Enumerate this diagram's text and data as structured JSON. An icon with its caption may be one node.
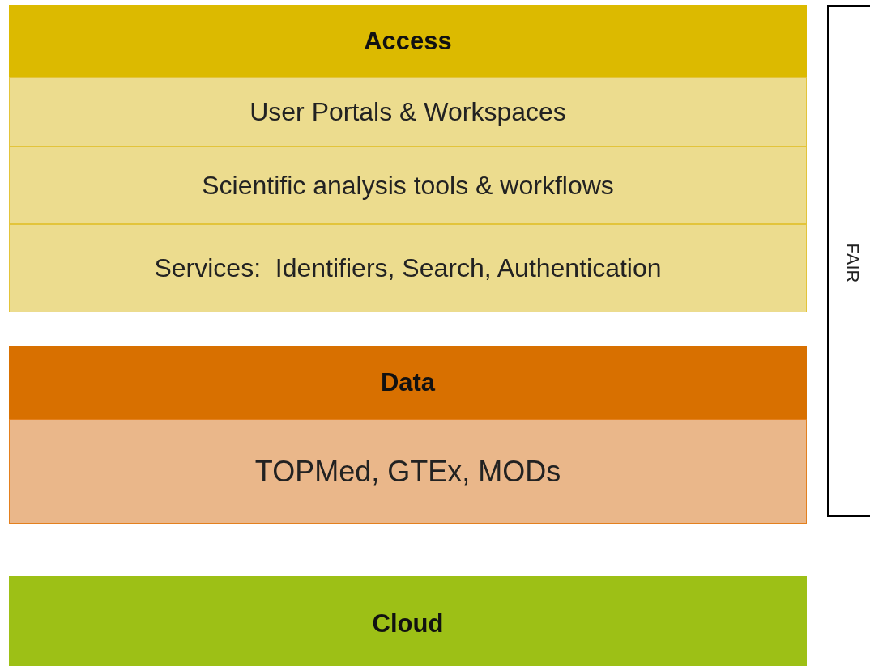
{
  "diagram": {
    "nodes": [
      {
        "text": [
          "Access"
        ]
      },
      {
        "text": [
          "User Portals & Workspaces"
        ],
        "in": 0
      },
      {
        "text": [
          "Scientific analysis tools & workflows"
        ],
        "in": 0
      },
      {
        "text": [
          "Services:  Identifiers, Search, Authentication"
        ],
        "in": 0
      },
      {
        "text": [
          "Data"
        ]
      },
      {
        "text": [
          "TOPMed, GTEx, MODs"
        ],
        "in": 4
      },
      {
        "text": [
          "Cloud"
        ]
      },
      {
        "text": [
          "FAIR"
        ]
      }
    ]
  }
}
